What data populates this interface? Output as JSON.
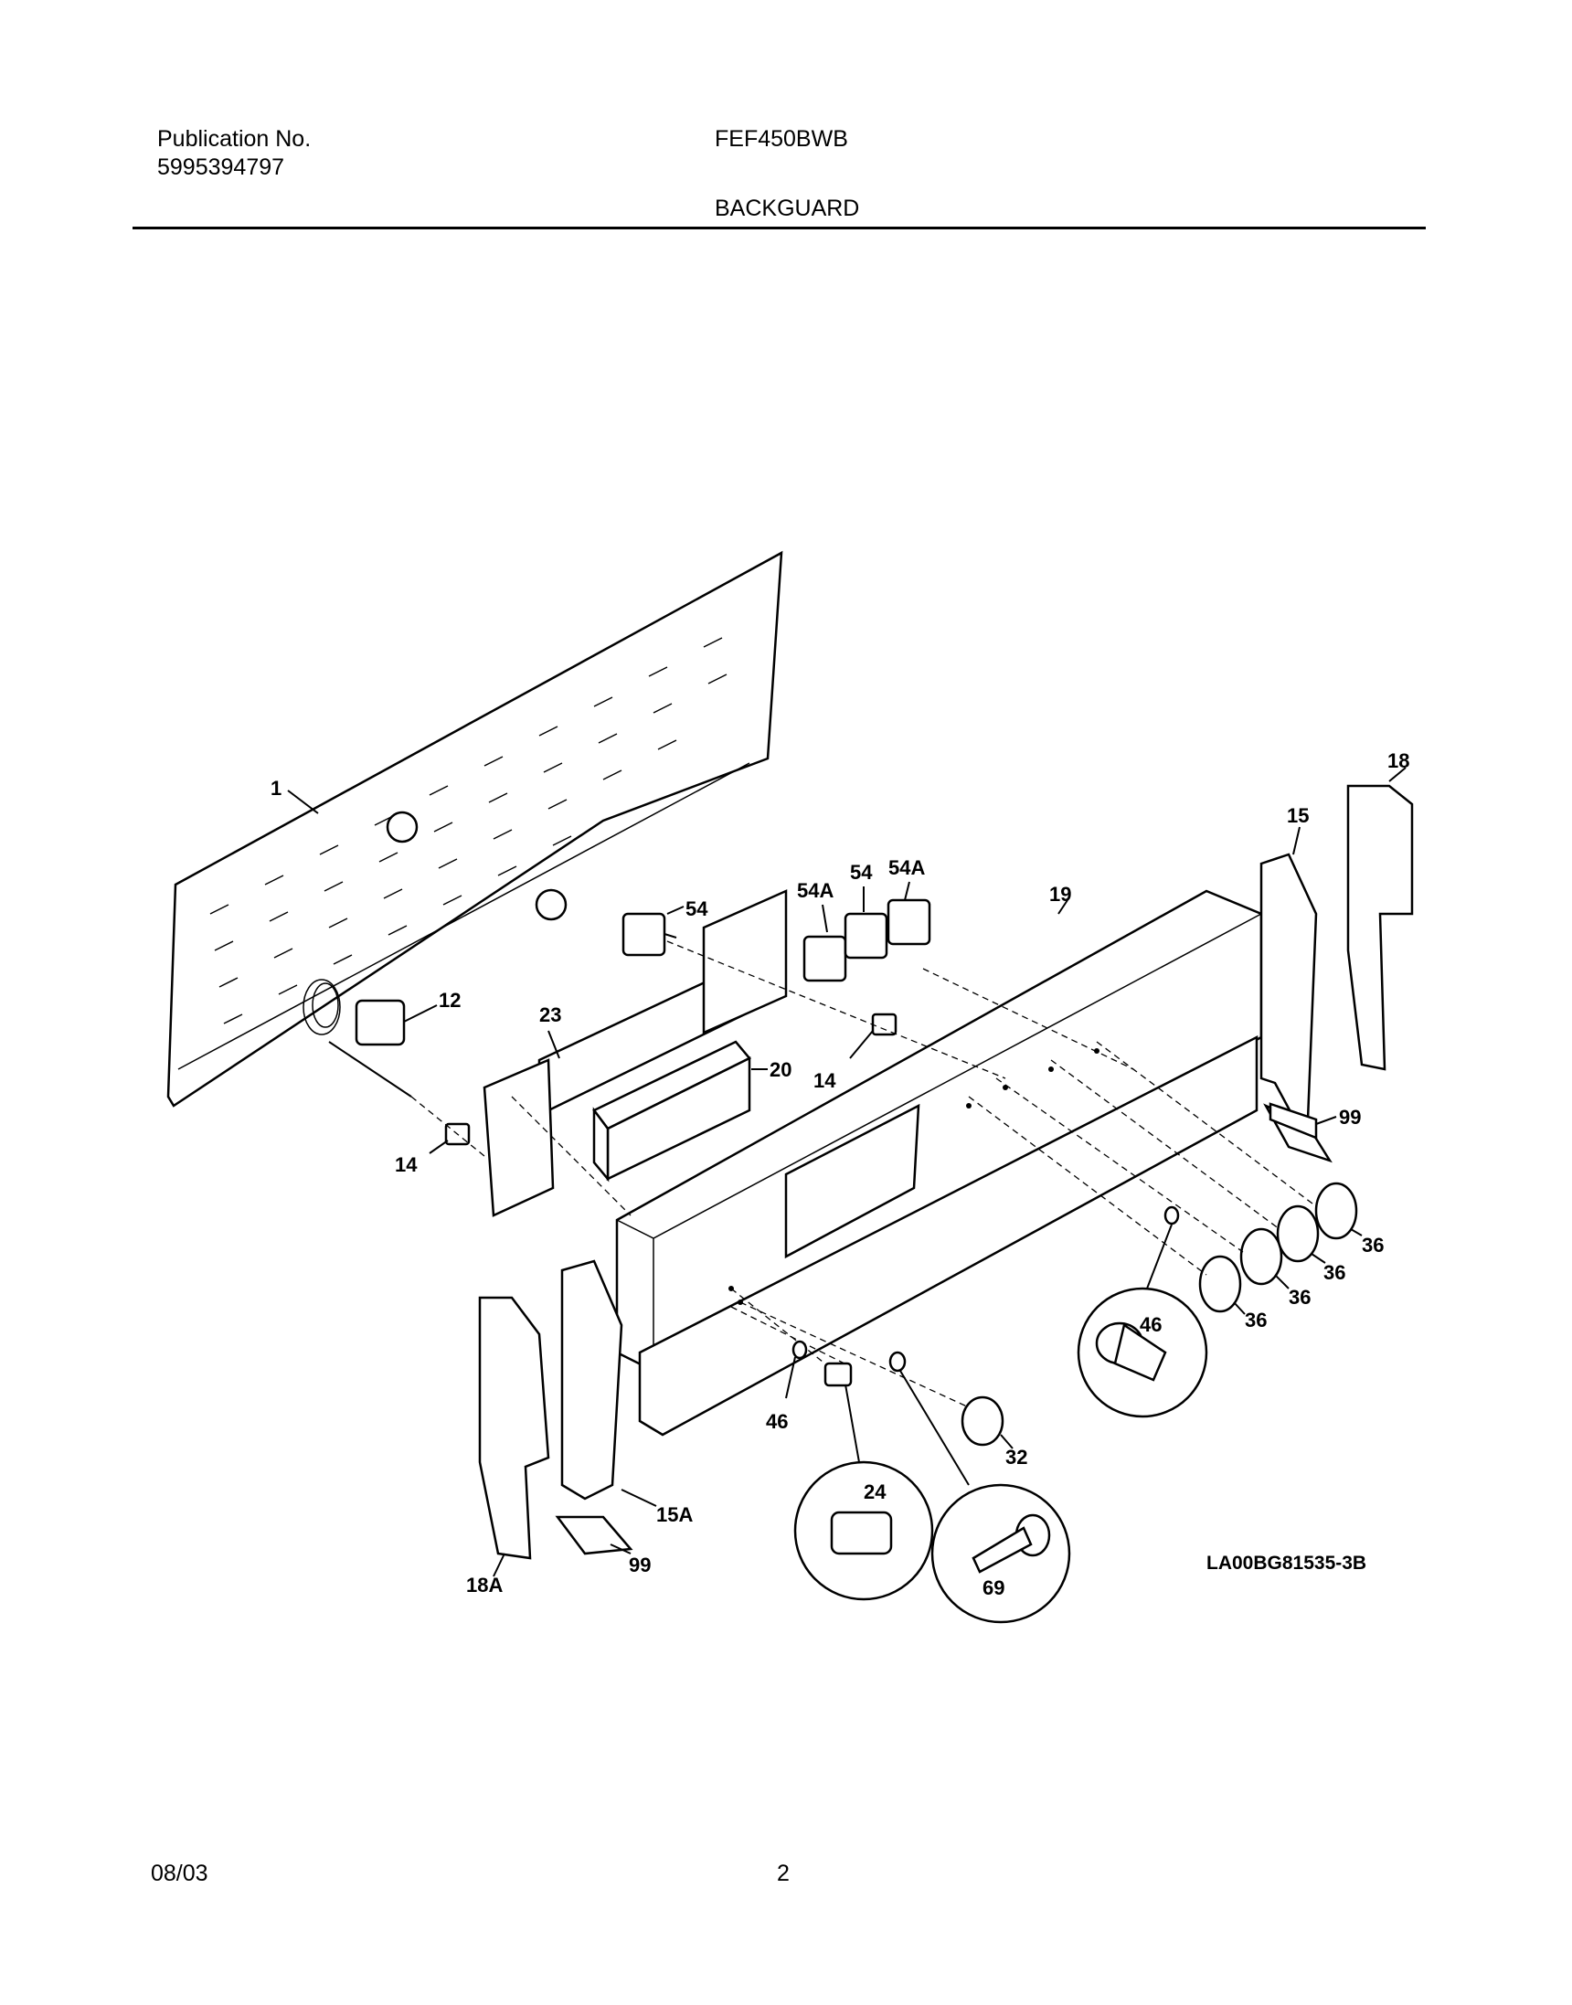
{
  "header": {
    "publication_label": "Publication No.",
    "publication_number": "5995394797",
    "model": "FEF450BWB",
    "section_title": "BACKGUARD"
  },
  "diagram": {
    "callouts": {
      "c1": "1",
      "c12": "12",
      "c14a": "14",
      "c14b": "14",
      "c15": "15",
      "c15a": "15A",
      "c18": "18",
      "c18a": "18A",
      "c19": "19",
      "c20": "20",
      "c23": "23",
      "c24": "24",
      "c32": "32",
      "c36a": "36",
      "c36b": "36",
      "c36c": "36",
      "c36d": "36",
      "c46a": "46",
      "c46b": "46",
      "c54a": "54",
      "c54b": "54",
      "c54Aa": "54A",
      "c54Ab": "54A",
      "c69": "69",
      "c99a": "99",
      "c99b": "99"
    },
    "drawing_code": "LA00BG81535-3B"
  },
  "footer": {
    "date": "08/03",
    "page_number": "2"
  }
}
